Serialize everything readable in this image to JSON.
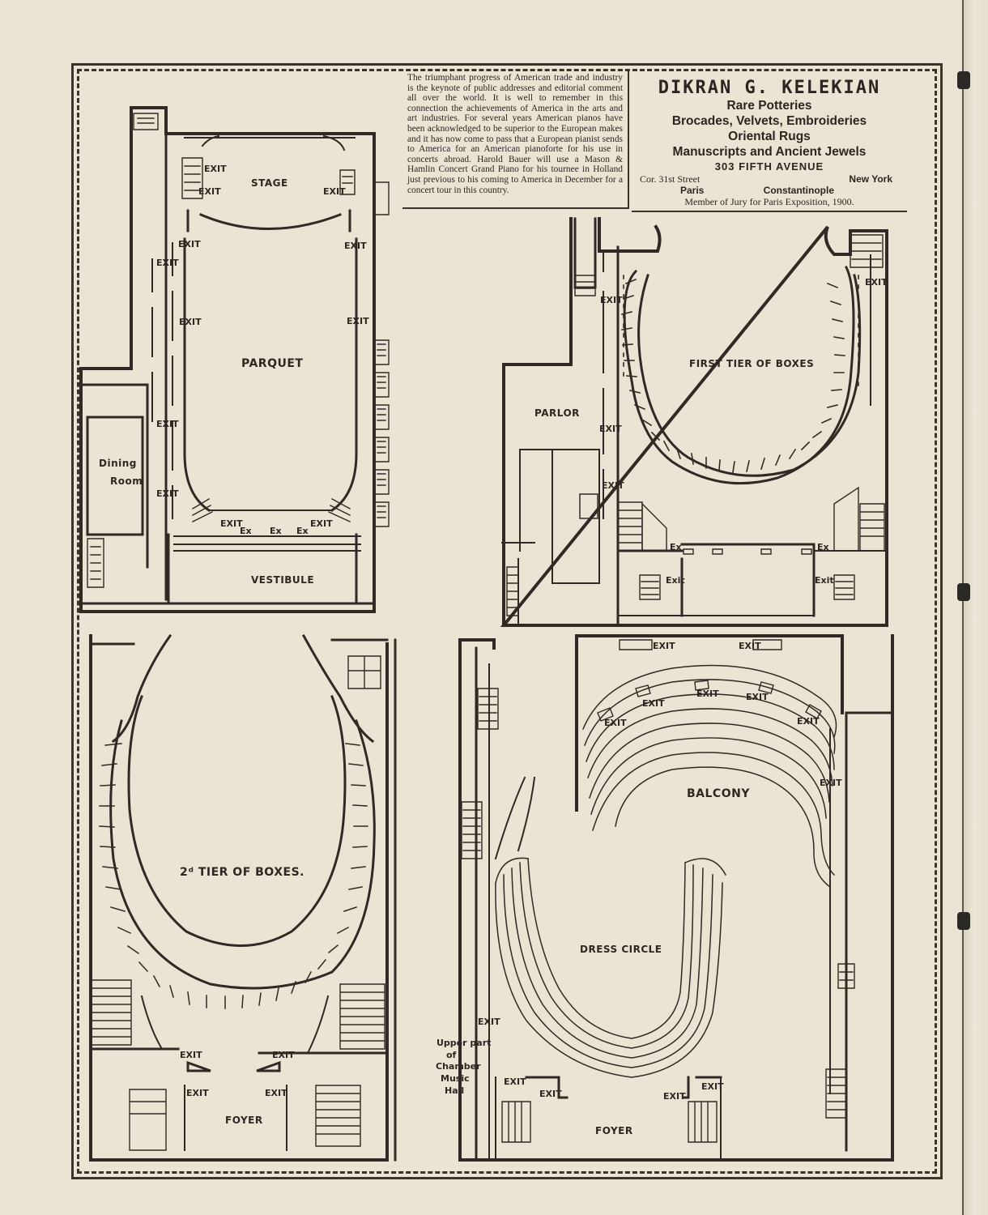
{
  "notice": {
    "text": "The triumphant progress of American trade and industry is the keynote of public addresses and editorial comment all over the world. It is well to remember in this connection the achievements of America in the arts and art industries. For several years American pianos have been acknowledged to be superior to the European makes and it has now come to pass that a European pianist sends to America for an American pianoforte for his use in concerts abroad. Harold Bauer will use a Mason & Hamlin Concert Grand Piano for his tournee in Holland just previous to his coming to America in December for a concert tour in this country."
  },
  "ad": {
    "name": "DIKRAN G. KELEKIAN",
    "line1": "Rare Potteries",
    "line2": "Brocades, Velvets, Embroideries",
    "line3": "Oriental Rugs",
    "line4": "Manuscripts and Ancient Jewels",
    "address": "303 FIFTH AVENUE",
    "street": "Cor. 31st Street",
    "city": "New York",
    "branch1": "Paris",
    "branch2": "Constantinople",
    "jury": "Member of Jury for Paris Exposition, 1900."
  },
  "plans": {
    "parquet": {
      "stage": "STAGE",
      "parquet": "PARQUET",
      "dining": "Dining",
      "room": "Room",
      "vestibule": "VESTIBULE",
      "exit": "EXIT",
      "ex": "Ex"
    },
    "first_tier": {
      "title": "FIRST TIER OF BOXES",
      "parlor": "PARLOR",
      "exit": "EXIT",
      "exit_alt": "Exit",
      "ex": "Ex"
    },
    "second_tier": {
      "title": "2ᵈ TIER OF BOXES.",
      "foyer": "FOYER",
      "exit": "EXIT"
    },
    "balcony": {
      "title": "BALCONY",
      "dress_circle": "DRESS CIRCLE",
      "foyer": "FOYER",
      "exit": "EXIT",
      "upper": "Upper part",
      "of": "of",
      "chamber": "Chamber",
      "music": "Music",
      "hall": "Hall"
    }
  }
}
